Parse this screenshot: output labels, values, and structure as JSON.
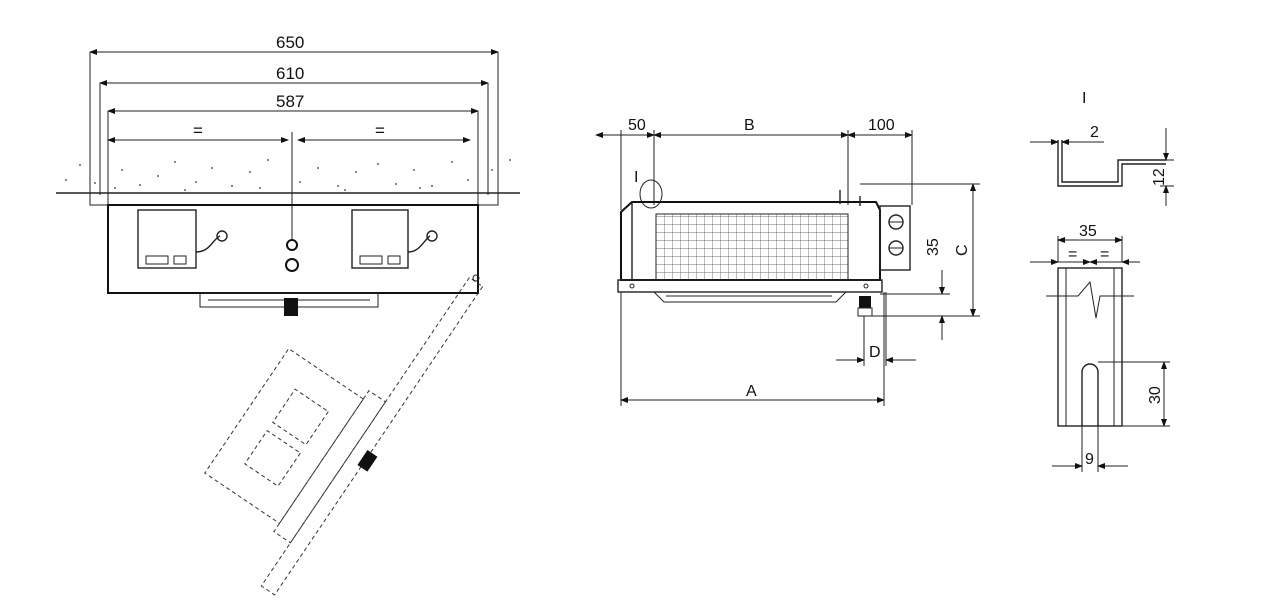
{
  "left_view": {
    "dim_650": "650",
    "dim_610": "610",
    "dim_587": "587",
    "dim_eq_left": "=",
    "dim_eq_right": "="
  },
  "middle_view": {
    "dim_50": "50",
    "dim_B": "B",
    "dim_100": "100",
    "detail_marker": "I",
    "dim_35": "35",
    "dim_C": "C",
    "dim_D": "D",
    "dim_A": "A"
  },
  "detail_view": {
    "title": "I",
    "dim_2": "2",
    "dim_12": "12",
    "dim_35": "35",
    "eq_left": "=",
    "eq_right": "=",
    "dim_30": "30",
    "dim_9": "9"
  }
}
